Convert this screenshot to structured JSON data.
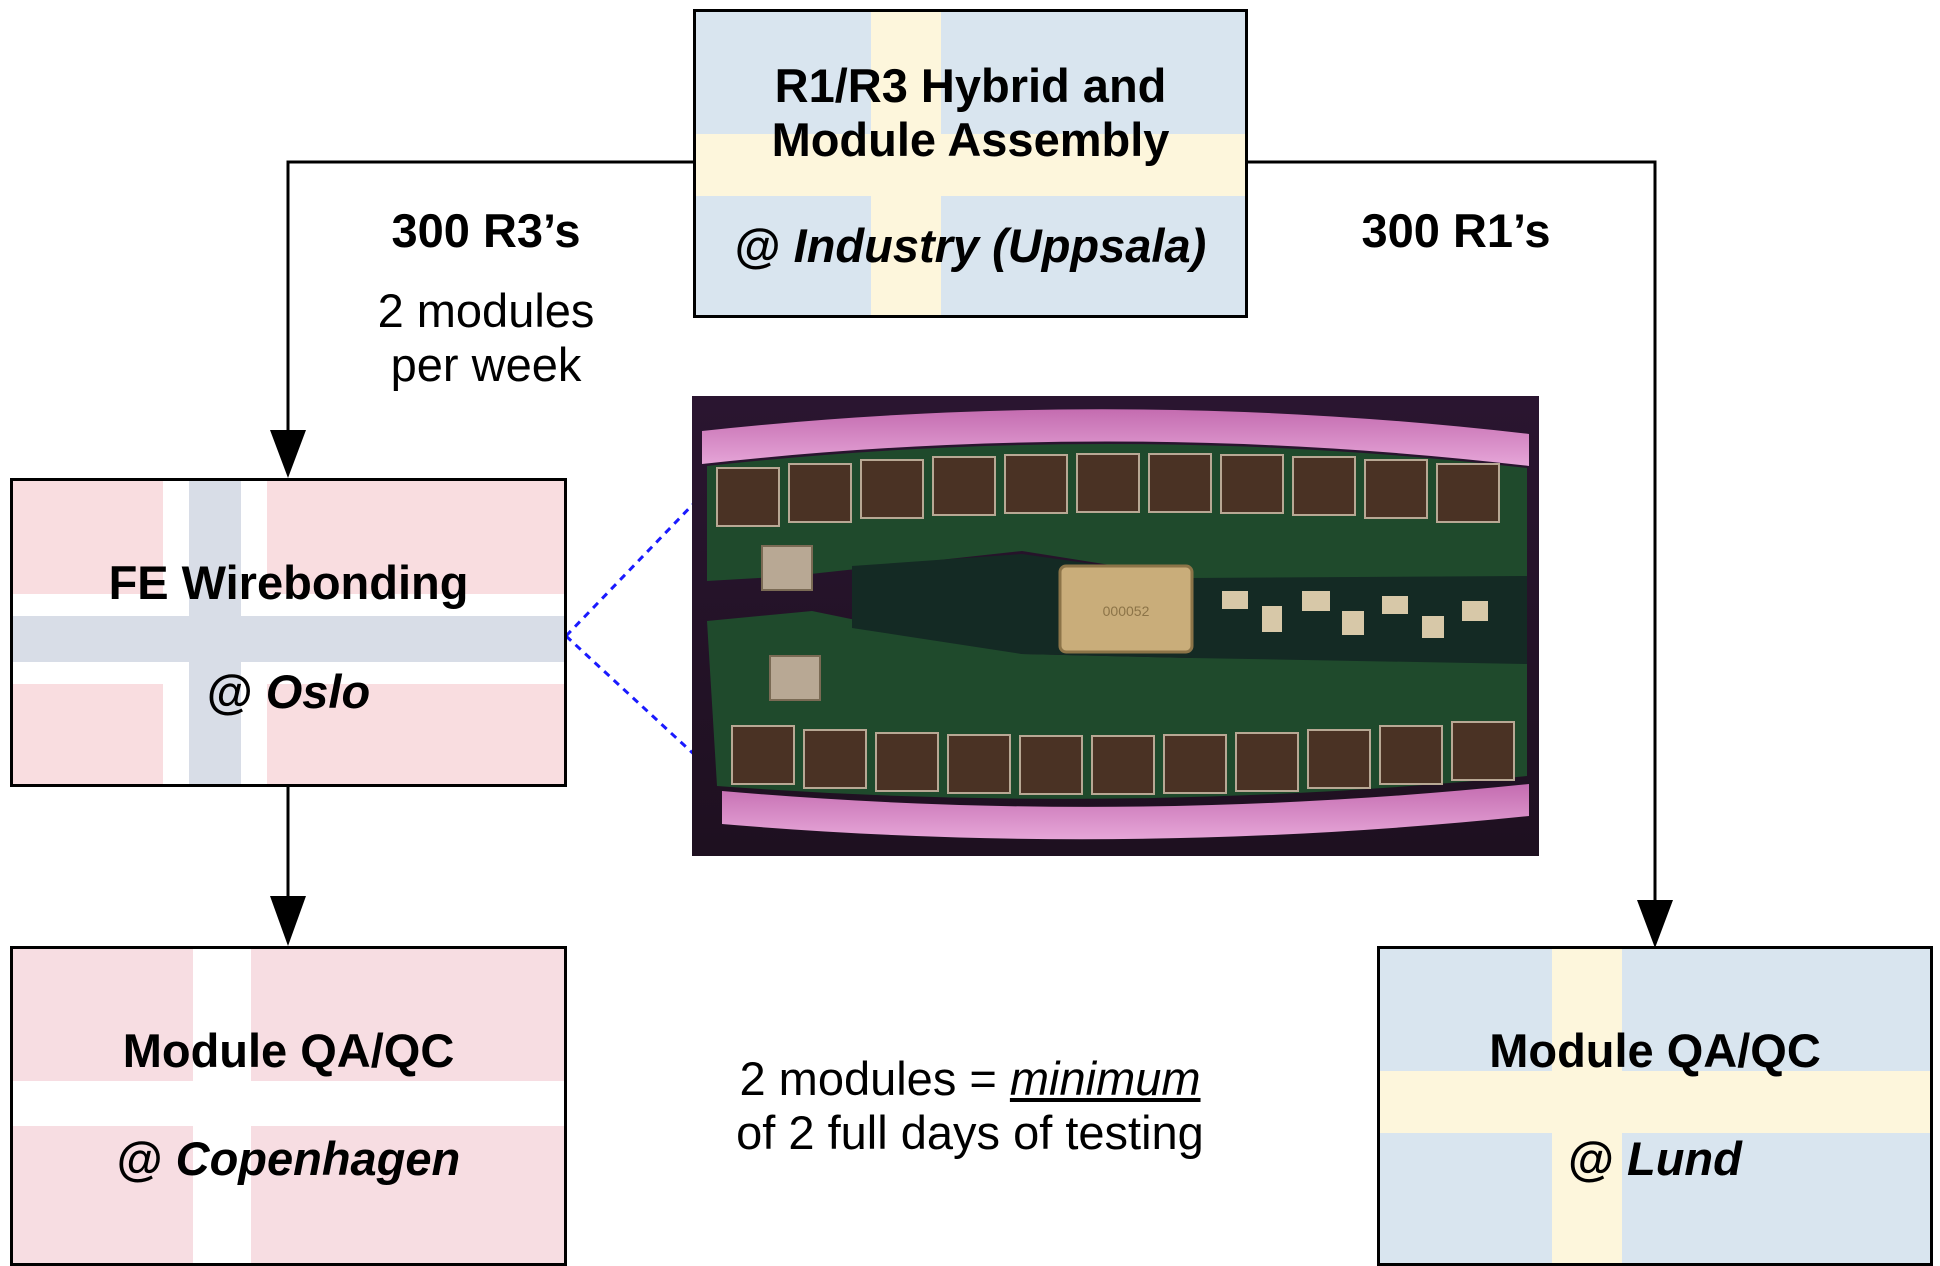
{
  "colors": {
    "sweden_blue": "#d9e5ef",
    "sweden_yellow": "#fdf6dc",
    "norway_red": "#f9dde0",
    "norway_cross": "#d8dde7",
    "denmark_red": "#f7dde2",
    "arrow_black": "#000000",
    "arrow_dashed_blue": "#1a1aff"
  },
  "boxes": {
    "assembly": {
      "title_line1": "R1/R3 Hybrid and",
      "title_line2": "Module Assembly",
      "loc_prefix": "@ ",
      "loc_place": "Industry (Uppsala)"
    },
    "wirebonding": {
      "title": "FE Wirebonding",
      "loc_prefix": "@ ",
      "loc_place": "Oslo"
    },
    "qaqc_copenhagen": {
      "title": "Module QA/QC",
      "loc_prefix": "@ ",
      "loc_place": "Copenhagen"
    },
    "qaqc_lund": {
      "title": "Module QA/QC",
      "loc_prefix": "@ ",
      "loc_place": "Lund"
    }
  },
  "labels": {
    "left_count": "300 R3’s",
    "left_rate_line1": "2 modules",
    "left_rate_line2": "per week",
    "right_count": "300 R1’s",
    "note_line1_prefix": "2 modules = ",
    "note_line1_emph": "minimum",
    "note_line2": "of 2 full days of testing"
  },
  "photo": {
    "stamp": "000052"
  }
}
